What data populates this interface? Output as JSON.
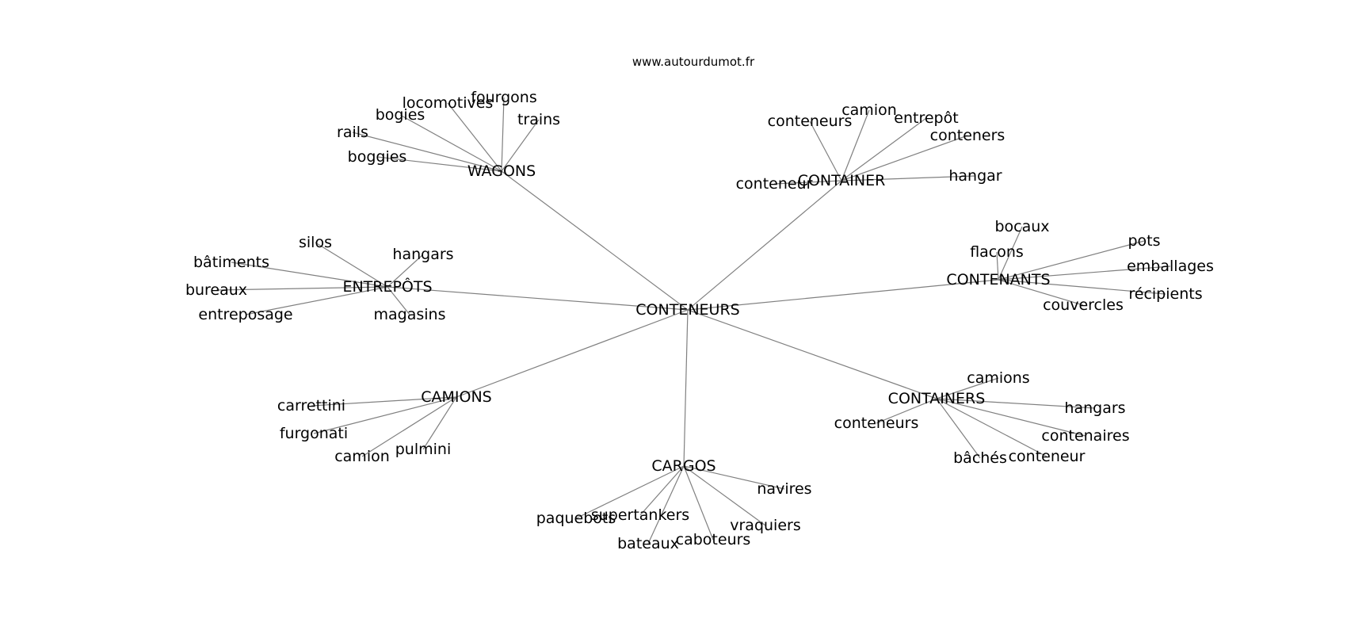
{
  "source": "www.autourdumot.fr",
  "colors": {
    "edge": "#808080",
    "text": "#000000",
    "background": "#ffffff"
  },
  "root": "CONTENEURS",
  "groups": [
    {
      "label": "WAGONS",
      "words": [
        "fourgons",
        "locomotives",
        "bogies",
        "rails",
        "boggies",
        "trains"
      ]
    },
    {
      "label": "CONTAINER",
      "words": [
        "conteneurs",
        "camion",
        "entrepôt",
        "conteners",
        "hangar",
        "conteneur"
      ]
    },
    {
      "label": "ENTREPÔTS",
      "words": [
        "silos",
        "hangars",
        "bâtiments",
        "bureaux",
        "entreposage",
        "magasins"
      ]
    },
    {
      "label": "CONTENANTS",
      "words": [
        "bocaux",
        "pots",
        "flacons",
        "emballages",
        "récipients",
        "couvercles"
      ]
    },
    {
      "label": "CAMIONS",
      "words": [
        "carrettini",
        "furgonati",
        "camion",
        "pulmini"
      ]
    },
    {
      "label": "CONTAINERS",
      "words": [
        "camions",
        "hangars",
        "conteneurs",
        "contenaires",
        "conteneur",
        "bâchés"
      ]
    },
    {
      "label": "CARGOS",
      "words": [
        "navires",
        "supertankers",
        "paquebots",
        "vraquiers",
        "caboteurs",
        "bateaux"
      ]
    }
  ]
}
